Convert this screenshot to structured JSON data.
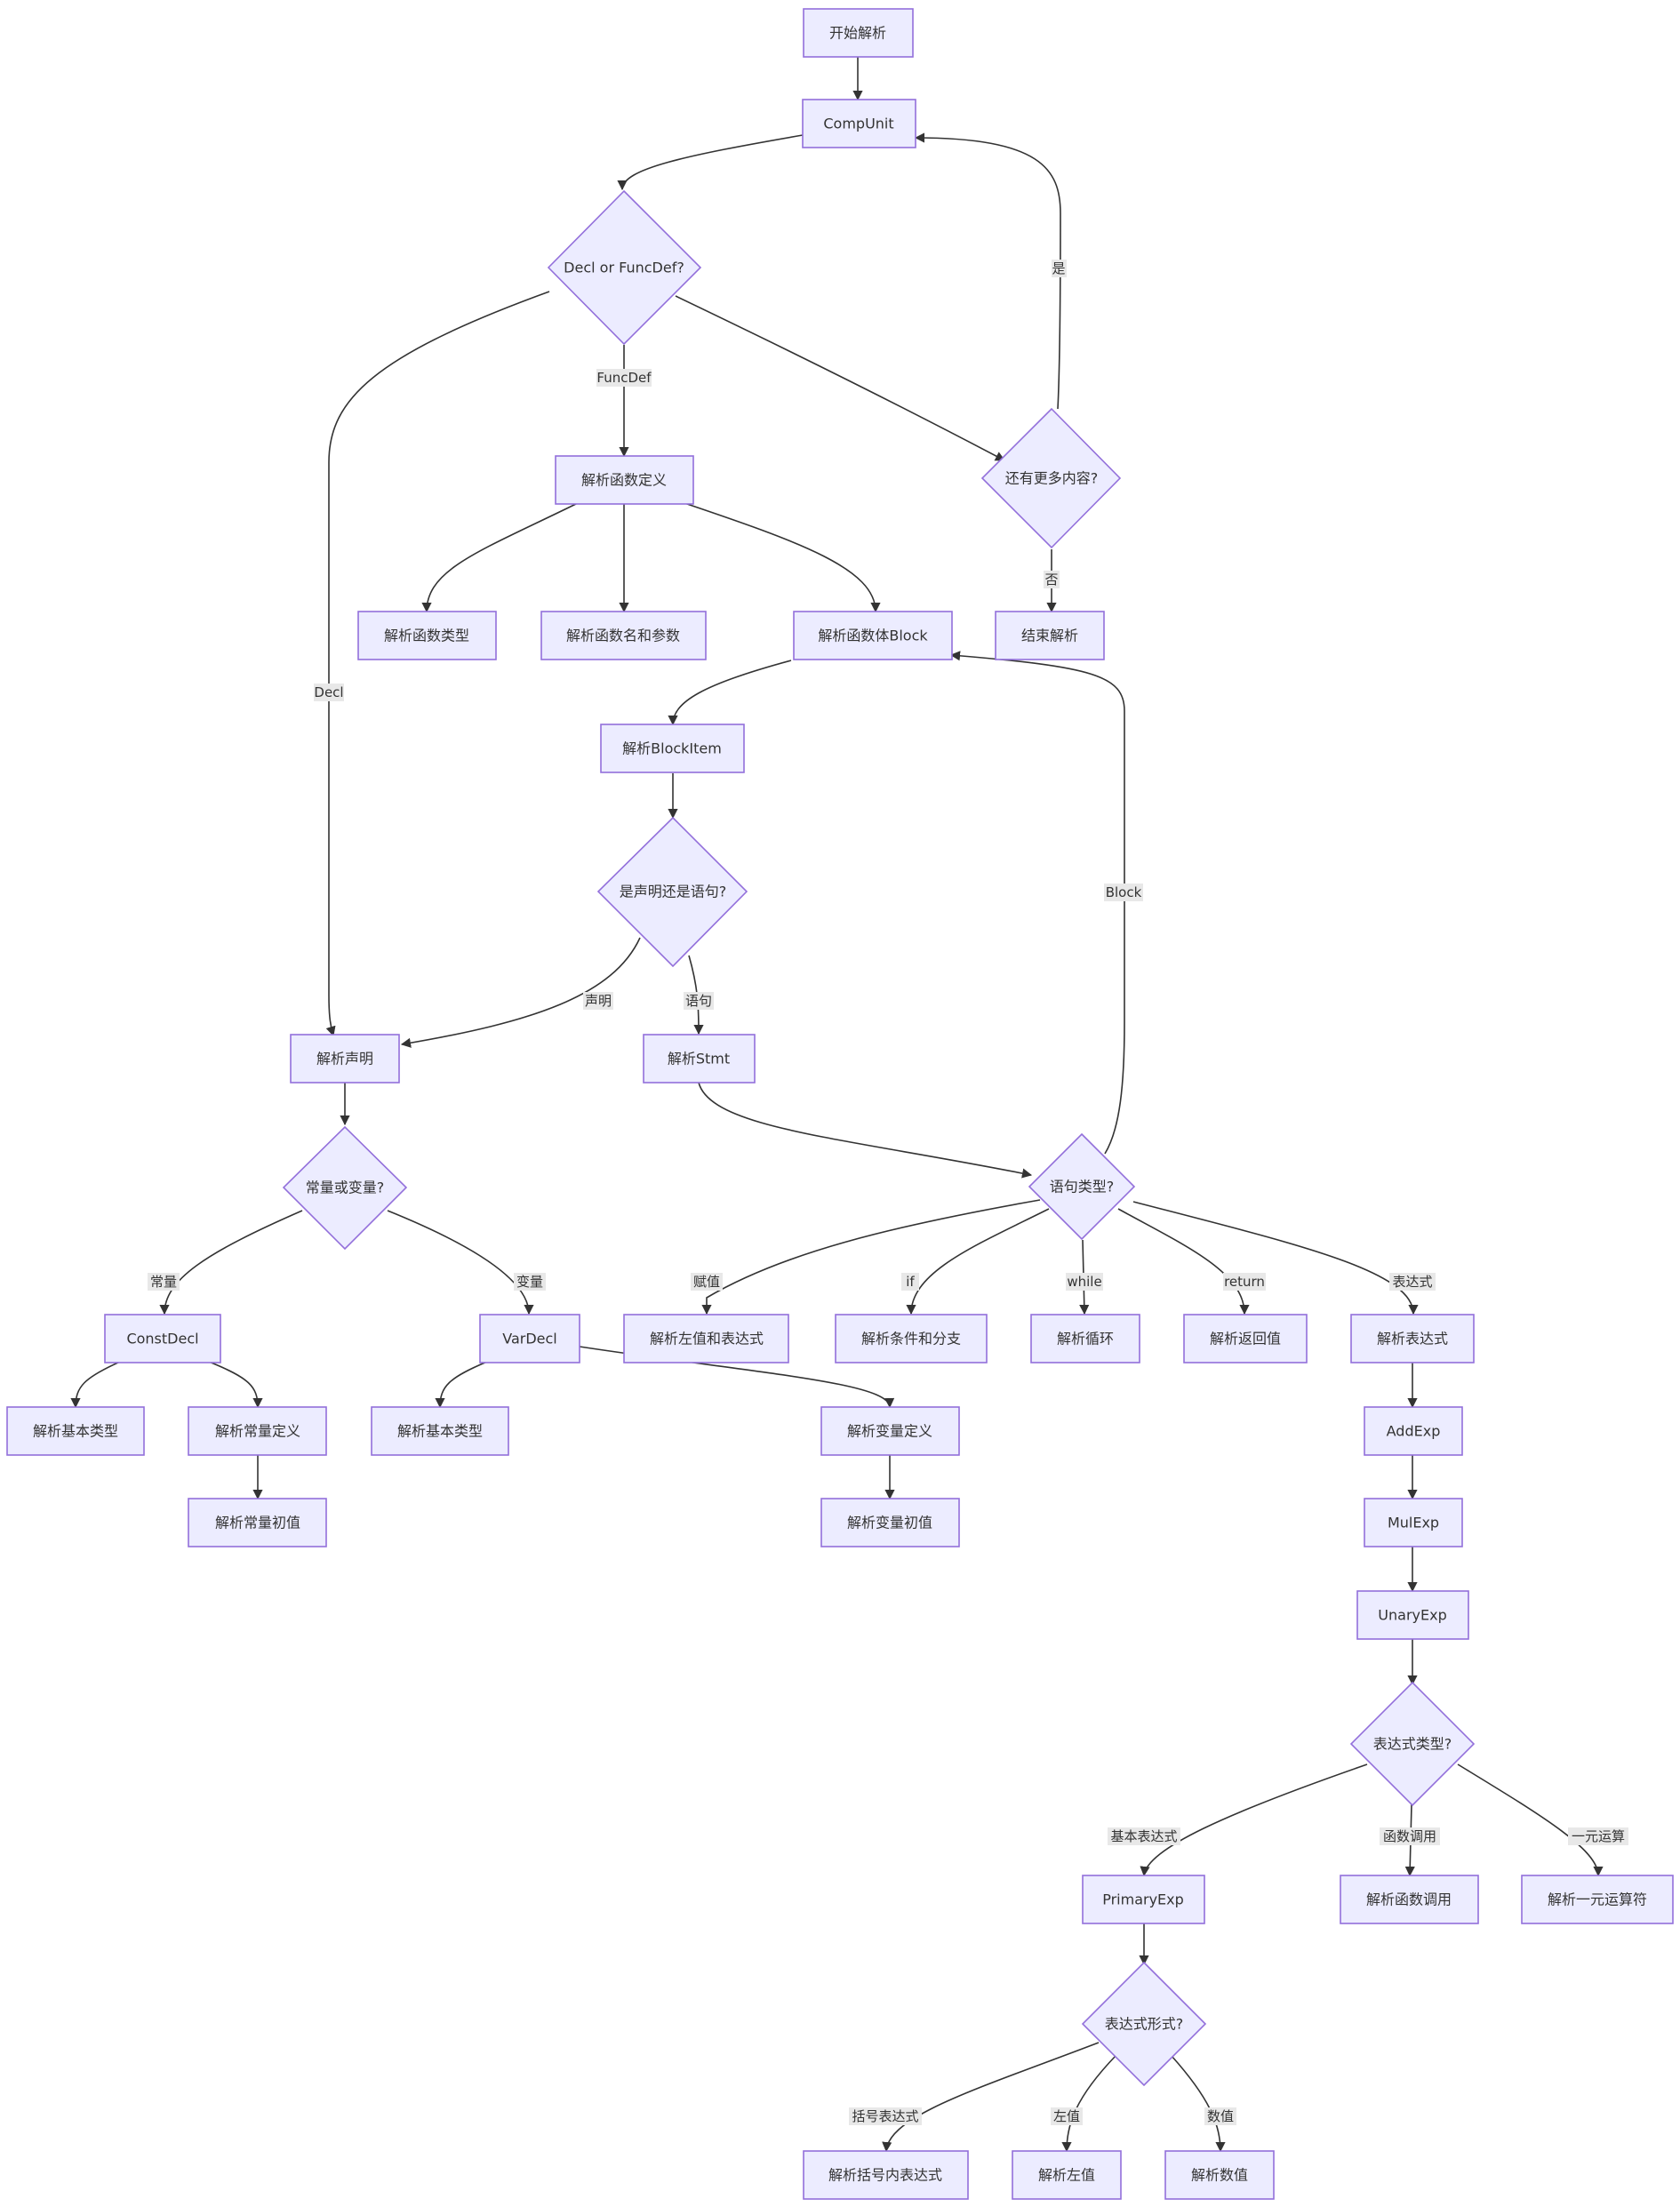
{
  "nodes": {
    "start": "开始解析",
    "compunit": "CompUnit",
    "decl_or_funcdef": "Decl or FuncDef?",
    "parse_funcdef": "解析函数定义",
    "more_content": "还有更多内容?",
    "func_type": "解析函数类型",
    "func_name_params": "解析函数名和参数",
    "func_block": "解析函数体Block",
    "end_parse": "结束解析",
    "block_item": "解析BlockItem",
    "decl_or_stmt": "是声明还是语句?",
    "parse_decl": "解析声明",
    "parse_stmt": "解析Stmt",
    "const_or_var": "常量或变量?",
    "stmt_type": "语句类型?",
    "constdecl": "ConstDecl",
    "vardecl": "VarDecl",
    "assign": "解析左值和表达式",
    "cond_branch": "解析条件和分支",
    "loop": "解析循环",
    "return_val": "解析返回值",
    "expr": "解析表达式",
    "const_btype": "解析基本类型",
    "const_def": "解析常量定义",
    "var_btype": "解析基本类型",
    "var_def": "解析变量定义",
    "addexp": "AddExp",
    "const_init": "解析常量初值",
    "var_init": "解析变量初值",
    "mulexp": "MulExp",
    "unaryexp": "UnaryExp",
    "expr_type": "表达式类型?",
    "primaryexp": "PrimaryExp",
    "func_call": "解析函数调用",
    "unary_op": "解析一元运算符",
    "expr_form": "表达式形式?",
    "paren_expr": "解析括号内表达式",
    "lval": "解析左值",
    "number": "解析数值"
  },
  "edge_labels": {
    "yes": "是",
    "funcdef": "FuncDef",
    "decl": "Decl",
    "no": "否",
    "block": "Block",
    "declaration": "声明",
    "statement": "语句",
    "constant": "常量",
    "variable": "变量",
    "assignment": "赋值",
    "if": "if",
    "while": "while",
    "return": "return",
    "expression": "表达式",
    "basic_expr": "基本表达式",
    "func_call": "函数调用",
    "unary_op": "一元运算",
    "paren": "括号表达式",
    "lval": "左值",
    "number": "数值"
  },
  "colors": {
    "node_fill": "#ececff",
    "node_stroke": "#9370db",
    "edge": "#333333",
    "label_bg": "#e8e8e8"
  }
}
